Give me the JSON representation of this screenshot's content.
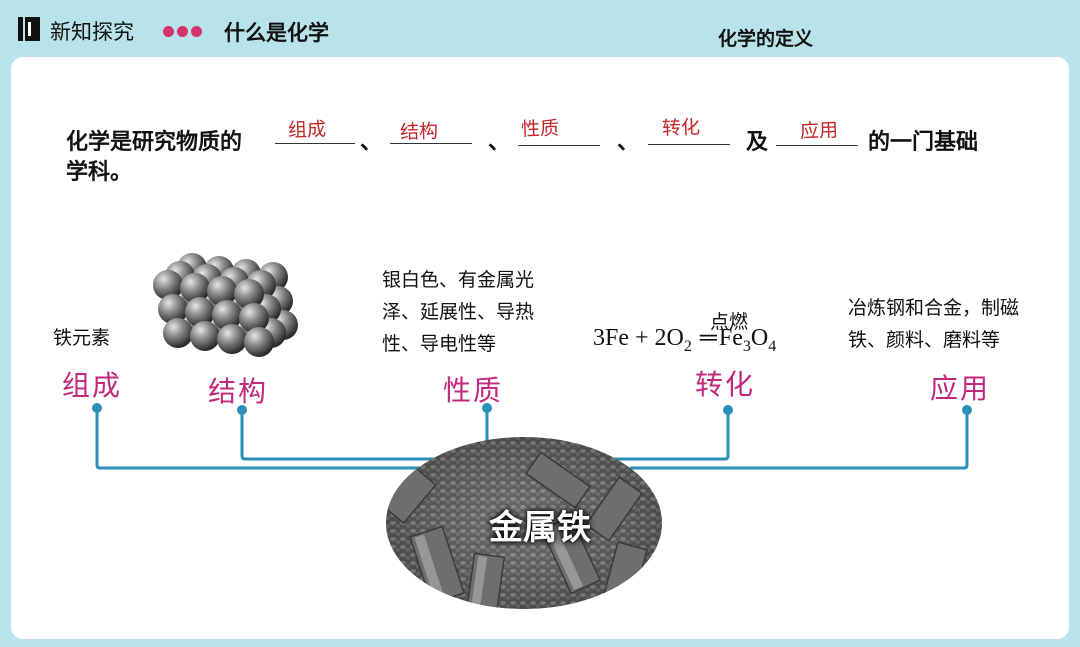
{
  "header": {
    "section_tag": "新知探究",
    "topic": "什么是化学",
    "subtopic": "化学的定义"
  },
  "definition": {
    "prefix": "化学是研究物质的",
    "blanks": [
      "组成",
      "结构",
      "性质",
      "转化",
      "应用"
    ],
    "sep": "、",
    "and": "及",
    "suffix": "的一门基础",
    "line2": "学科。"
  },
  "diagram": {
    "nodes": [
      {
        "label": "组成",
        "desc": [
          "铁元素"
        ]
      },
      {
        "label": "结构",
        "desc": []
      },
      {
        "label": "性质",
        "desc": [
          "银白色、有金属光",
          "泽、延展性、导热",
          "性、导电性等"
        ]
      },
      {
        "label": "转化",
        "desc": []
      },
      {
        "label": "应用",
        "desc": [
          "冶炼钢和合金，制磁",
          "铁、颜料、磨料等"
        ]
      }
    ],
    "equation": {
      "condition": "点燃",
      "left": "3Fe + 2O",
      "left_sub": "2",
      "sign": "═",
      "right_a": "Fe",
      "right_sub_a": "3",
      "right_b": "O",
      "right_sub_b": "4"
    },
    "center": "金属铁"
  },
  "colors": {
    "background": "#b9e3ea",
    "label": "#c2287d",
    "fill": "#c0262a",
    "line": "#2b8fb7",
    "dots": "#d6336c"
  }
}
